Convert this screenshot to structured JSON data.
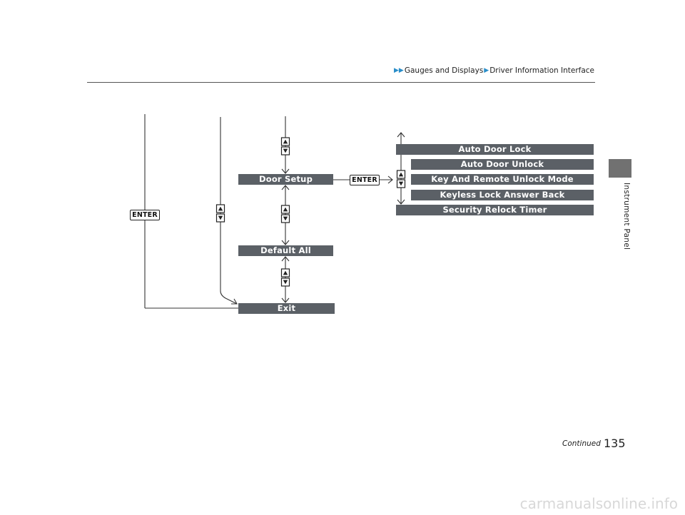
{
  "breadcrumb": {
    "section": "Gauges and Displays",
    "subsection": "Driver Information Interface"
  },
  "side_tab": {
    "label": "Instrument Panel"
  },
  "menu": {
    "door_setup": "Door Setup",
    "default_all": "Default All",
    "exit": "Exit",
    "submenu": [
      "Auto Door Lock",
      "Auto Door Unlock",
      "Key And Remote Unlock Mode",
      "Keyless Lock Answer Back",
      "Security Relock Timer"
    ]
  },
  "buttons": {
    "enter_left": "ENTER",
    "enter_right": "ENTER"
  },
  "footer": {
    "continued": "Continued",
    "page_number": "135"
  },
  "watermark": "carmanualsonline.info",
  "colors": {
    "menu_bar": "#5b6066",
    "accent": "#2a8ec9",
    "side_tab": "#717171"
  }
}
